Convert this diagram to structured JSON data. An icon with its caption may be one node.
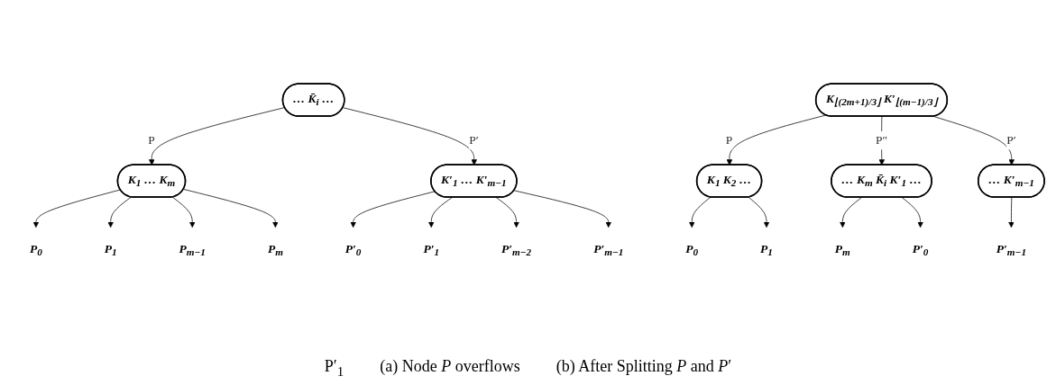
{
  "diagram": {
    "nodes": [
      {
        "text": [
          "… K̄$_{i}$ …"
        ]
      },
      {
        "text": [
          "K$_{1}$ … K$_{m}$"
        ]
      },
      {
        "text": [
          "K′$_{1}$ … K′$_{m−1}$"
        ]
      },
      {
        "text": [
          "P$_{0}$"
        ]
      },
      {
        "text": [
          "P$_{1}$"
        ]
      },
      {
        "text": [
          "P$_{m−1}$"
        ]
      },
      {
        "text": [
          "P$_{m}$"
        ]
      },
      {
        "text": [
          "P′$_{0}$"
        ]
      },
      {
        "text": [
          "P′$_{1}$"
        ]
      },
      {
        "text": [
          "P′$_{m−2}$"
        ]
      },
      {
        "text": [
          "P′$_{m−1}$"
        ]
      },
      {
        "text": [
          "K$_{⌊(2m+1)/3⌋}$ K′$_{⌊(m−1)/3⌋}$"
        ]
      },
      {
        "text": [
          "K$_{1}$ K$_{2}$ …"
        ]
      },
      {
        "text": [
          "… K$_{m}$ K̄$_{i}$ K′$_{1}$ …"
        ]
      },
      {
        "text": [
          "… K′$_{m−1}$"
        ]
      },
      {
        "text": [
          "P$_{0}$"
        ]
      },
      {
        "text": [
          "P$_{1}$"
        ]
      },
      {
        "text": [
          "P$_{m}$"
        ]
      },
      {
        "text": [
          "P′$_{0}$"
        ]
      },
      {
        "text": [
          "P′$_{m−1}$"
        ]
      }
    ],
    "edges": [
      {
        "from": 0,
        "to": 1,
        "arrow": "to",
        "label": "P"
      },
      {
        "from": 0,
        "to": 2,
        "arrow": "to",
        "label": "P′"
      },
      {
        "from": 1,
        "to": 3,
        "arrow": "to"
      },
      {
        "from": 1,
        "to": 4,
        "arrow": "to"
      },
      {
        "from": 1,
        "to": 5,
        "arrow": "to"
      },
      {
        "from": 1,
        "to": 6,
        "arrow": "to"
      },
      {
        "from": 2,
        "to": 7,
        "arrow": "to"
      },
      {
        "from": 2,
        "to": 8,
        "arrow": "to"
      },
      {
        "from": 2,
        "to": 9,
        "arrow": "to"
      },
      {
        "from": 2,
        "to": 10,
        "arrow": "to"
      },
      {
        "from": 11,
        "to": 12,
        "arrow": "to",
        "label": "P"
      },
      {
        "from": 11,
        "to": 13,
        "arrow": "to",
        "label": "P″"
      },
      {
        "from": 11,
        "to": 14,
        "arrow": "to",
        "label": "P′"
      },
      {
        "from": 12,
        "to": 15,
        "arrow": "to"
      },
      {
        "from": 12,
        "to": 16,
        "arrow": "to"
      },
      {
        "from": 13,
        "to": 17,
        "arrow": "to"
      },
      {
        "from": 13,
        "to": 18,
        "arrow": "to"
      },
      {
        "from": 14,
        "to": 19,
        "arrow": "to"
      }
    ],
    "labels": [
      "P′$_{1}$",
      "(a) Node *P* overflows",
      "(b) After Splitting *P* and *P*′"
    ]
  }
}
